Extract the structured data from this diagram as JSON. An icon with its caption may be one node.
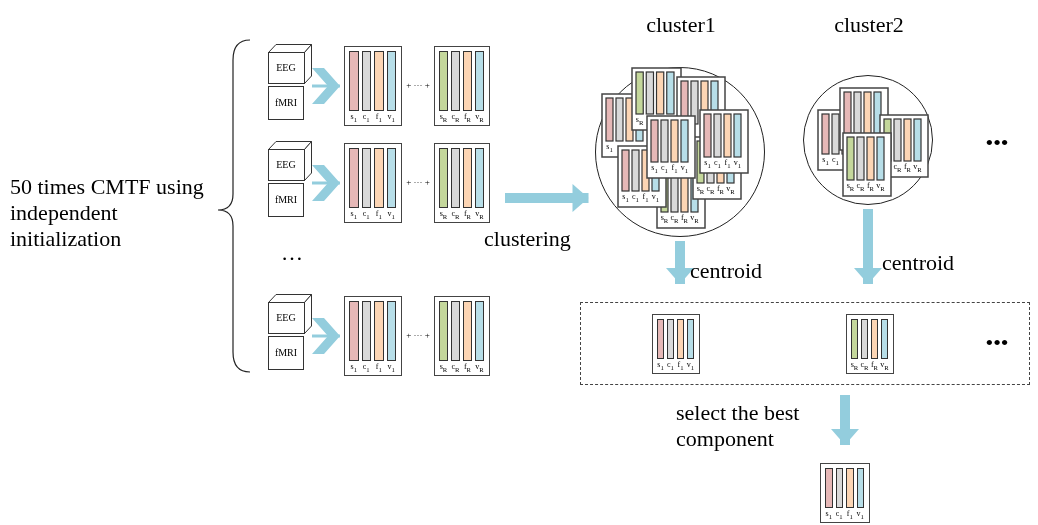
{
  "diagram": {
    "nodes": [
      {
        "text": [
          "EEG"
        ]
      },
      {
        "text": [
          "fMRI"
        ]
      },
      {
        "text": [
          "s$_{1}$",
          "c$_{1}$",
          "f$_{1}$",
          "v$_{1}$"
        ]
      },
      {
        "text": [
          "s$_{R}$",
          "c$_{R}$",
          "f$_{R}$",
          "v$_{R}$"
        ]
      },
      {
        "text": [
          "EEG"
        ]
      },
      {
        "text": [
          "fMRI"
        ]
      },
      {
        "text": [
          "s$_{1}$",
          "c$_{1}$",
          "f$_{1}$",
          "v$_{1}$"
        ]
      },
      {
        "text": [
          "s$_{R}$",
          "c$_{R}$",
          "f$_{R}$",
          "v$_{R}$"
        ]
      },
      {
        "text": [
          "EEG"
        ]
      },
      {
        "text": [
          "fMRI"
        ]
      },
      {
        "text": [
          "s$_{1}$",
          "c$_{1}$",
          "f$_{1}$",
          "v$_{1}$"
        ]
      },
      {
        "text": [
          "s$_{R}$",
          "c$_{R}$",
          "f$_{R}$",
          "v$_{R}$"
        ]
      },
      {
        "text": [
          "cluster1",
          "s$_{1}$",
          "s$_{R}$",
          "s$_{R}$",
          "c$_{R}$",
          "f$_{R}$",
          "v$_{R}$",
          "s$_{R}$",
          "c$_{R}$",
          "f$_{R}$",
          "v$_{R}$",
          "s$_{1}$",
          "c$_{1}$",
          "f$_{1}$",
          "v$_{1}$",
          "s$_{1}$",
          "c$_{1}$",
          "f$_{1}$",
          "v$_{1}$",
          "s$_{1}$",
          "c$_{1}$",
          "f$_{1}$",
          "v$_{1}$"
        ]
      },
      {
        "text": [
          "cluster2",
          "s$_{1}$",
          "c$_{1}$",
          "c$_{R}$",
          "f$_{R}$",
          "v$_{R}$",
          "s$_{R}$",
          "c$_{R}$",
          "f$_{R}$",
          "v$_{R}$"
        ]
      },
      {
        "text": [],
        "shape": "box"
      },
      {
        "text": [
          "s$_{1}$",
          "c$_{1}$",
          "f$_{1}$",
          "v$_{1}$"
        ],
        "in": 14
      },
      {
        "text": [
          "s$_{R}$",
          "c$_{R}$",
          "f$_{R}$",
          "v$_{R}$"
        ],
        "in": 14
      },
      {
        "text": [
          "s$_{1}$",
          "c$_{1}$",
          "f$_{1}$",
          "v$_{1}$"
        ]
      }
    ],
    "edges": [
      {
        "from": 0,
        "to": 2,
        "arrow": "to"
      },
      {
        "from": 4,
        "to": 6,
        "arrow": "to"
      },
      {
        "from": 8,
        "to": 10,
        "arrow": "to"
      },
      {
        "from": null,
        "to": 12,
        "arrow": "to",
        "label": "clustering"
      },
      {
        "from": 12,
        "to": 14,
        "arrow": "to",
        "label": "centroid"
      },
      {
        "from": 13,
        "to": 14,
        "arrow": "to",
        "label": "centroid"
      },
      {
        "from": 14,
        "to": 17,
        "arrow": "to",
        "label": "select the best component"
      }
    ],
    "labels": [
      "50 times CMTF using independent initialization",
      "+ ··· +",
      "+ ··· +",
      "…",
      "+ ··· +",
      "•••",
      "•••"
    ]
  }
}
